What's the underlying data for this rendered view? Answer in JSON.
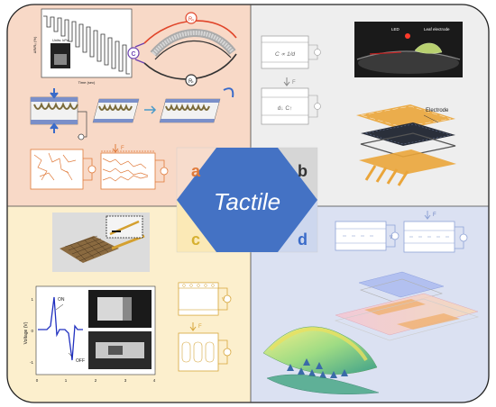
{
  "center": {
    "title": "Tactile",
    "quadrants": {
      "a": "a",
      "b": "b",
      "c": "c",
      "d": "d"
    }
  },
  "panel_a": {
    "plot": {
      "ylabel": "ΔR/R₀ (%)",
      "xlabel": "Time (sec)",
      "inset": "Units: kPa"
    },
    "resistor_labels": {
      "top": "Rᵥ",
      "bottom": "Rₜ",
      "c": "C"
    },
    "force_label": "F"
  },
  "panel_b": {
    "eq1": "C ∝ 1/d",
    "eq2": "d↓ C↑",
    "force_label": "F",
    "photo_labels": {
      "led": "LED",
      "leaf": "Leaf electrode"
    },
    "electrode_label": "Electrode"
  },
  "panel_c": {
    "plot": {
      "ylabel": "Voltage (V)",
      "y_ticks": [
        "-1",
        "0",
        "1"
      ],
      "x_ticks": [
        "0",
        "1",
        "2",
        "3",
        "4"
      ],
      "on_label": "ON",
      "off_label": "OFF"
    },
    "force_label": "F",
    "v_label": "V"
  },
  "panel_d": {
    "force_label": "F",
    "v_label": "V"
  },
  "colors": {
    "a": "#f7d6c4",
    "b": "#ececec",
    "c": "#fbeeca",
    "d": "#d9e0f1",
    "center": "#4472c4",
    "orange": "#e07a3a"
  }
}
